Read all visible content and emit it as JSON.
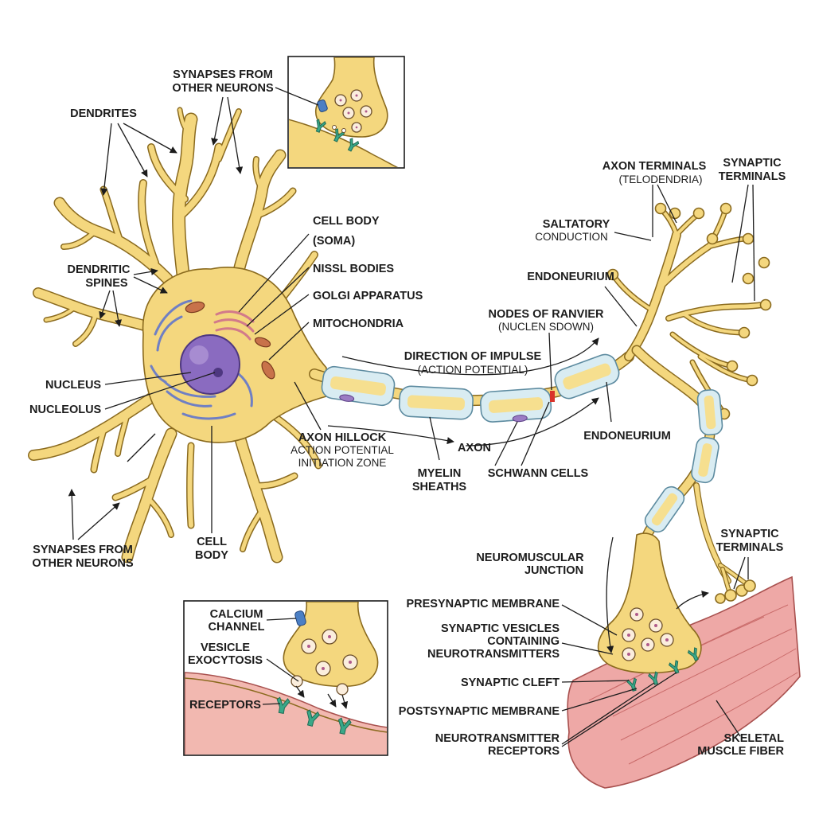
{
  "labels": {
    "synapses_top_1": "SYNAPSES FROM",
    "synapses_top_2": "OTHER NEURONS",
    "dendrites": "DENDRITES",
    "dendritic_spines_1": "DENDRITIC",
    "dendritic_spines_2": "SPINES",
    "nucleus": "NUCLEUS",
    "nucleolus": "NUCLEOLUS",
    "synapses_bottom_1": "SYNAPSES FROM",
    "synapses_bottom_2": "OTHER NEURONS",
    "cell_body_bottom_1": "CELL",
    "cell_body_bottom_2": "BODY",
    "cell_body_1": "CELL BODY",
    "cell_body_2": "(SOMA)",
    "nissl_bodies": "NISSL BODIES",
    "golgi_apparatus": "GOLGI APPARATUS",
    "mitochondria": "MITOCHONDRIA",
    "axon_hillock_1": "AXON HILLOCK",
    "axon_hillock_2": "ACTION POTENTIAL",
    "axon_hillock_3": "INITIATION ZONE",
    "direction_1": "DIRECTION OF IMPULSE",
    "direction_2": "(ACTION POTENTIAL)",
    "axon": "AXON",
    "myelin_1": "MYELIN",
    "myelin_2": "SHEATHS",
    "schwann_cells": "SCHWANN CELLS",
    "nodes_ranvier_1": "NODES OF RANVIER",
    "nodes_ranvier_2": "(NUCLEN SDOWN)",
    "endoneurium_top": "ENDONEURIUM",
    "endoneurium_mid": "ENDONEURIUM",
    "saltatory_1": "SALTATORY",
    "saltatory_2": "CONDUCTION",
    "axon_terminals_1": "AXON TERMINALS",
    "axon_terminals_2": "(TELODENDRIA)",
    "synaptic_terminals_top_1": "SYNAPTIC",
    "synaptic_terminals_top_2": "TERMINALS",
    "synaptic_terminals_bottom_1": "SYNAPTIC",
    "synaptic_terminals_bottom_2": "TERMINALS",
    "nmj_1": "NEUROMUSCULAR",
    "nmj_2": "JUNCTION",
    "presynaptic": "PRESYNAPTIC MEMBRANE",
    "vesicles_1": "SYNAPTIC VESICLES",
    "vesicles_2": "CONTAINING",
    "vesicles_3": "NEUROTRANSMITTERS",
    "cleft": "SYNAPTIC CLEFT",
    "postsynaptic": "POSTSYNAPTIC MEMBRANE",
    "nt_receptors_1": "NEUROTRANSMITTER",
    "nt_receptors_2": "RECEPTORS",
    "skeletal_1": "SKELETAL",
    "skeletal_2": "MUSCLE FIBER",
    "calcium_1": "CALCIUM",
    "calcium_2": "CHANNEL",
    "exocytosis_1": "VESICLE",
    "exocytosis_2": "EXOCYTOSIS",
    "receptors_inset": "RECEPTORS"
  },
  "colors": {
    "neuron_fill": "#f4d77e",
    "neuron_outline": "#8a6a1e",
    "myelin": "#d9ecf2",
    "nucleus": "#8a6bc0",
    "muscle": "#eea8a6",
    "receptor": "#3aa888",
    "channel": "#4b7fc4",
    "node_marker": "#d9332b"
  }
}
